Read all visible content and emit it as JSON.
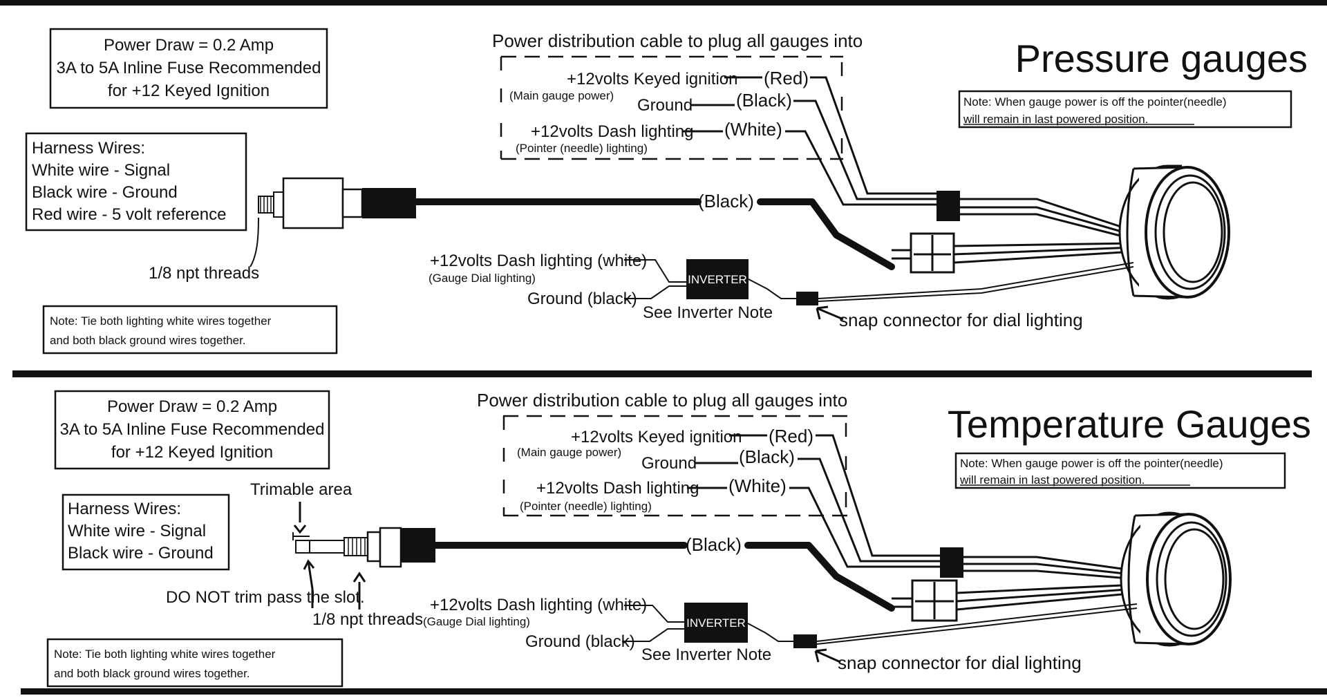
{
  "sections": [
    {
      "title": "Pressure gauges",
      "power_box": [
        "Power Draw = 0.2 Amp",
        "3A to 5A Inline Fuse Recommended",
        "for +12 Keyed Ignition"
      ],
      "harness": [
        "Harness Wires:",
        "White wire - Signal",
        "Black wire - Ground",
        "Red wire - 5 volt reference"
      ],
      "dist_title": "Power distribution cable to plug all gauges into",
      "ign_label": "+12volts  Keyed ignition",
      "ign_color": "(Red)",
      "ign_sub": "(Main gauge power)",
      "gnd_label": "Ground",
      "gnd_color": "(Black)",
      "dash_label": "+12volts Dash lighting",
      "dash_color": "(White)",
      "dash_sub": "(Pointer (needle) lighting)",
      "note_top": [
        "Note: When gauge power is off the pointer(needle)",
        "will remain in last powered position."
      ],
      "black_label": "(Black)",
      "threads": "1/8 npt threads",
      "dial_light": "+12volts Dash lighting (white)",
      "dial_sub": "(Gauge Dial lighting)",
      "dial_gnd": "Ground (black)",
      "inverter": "INVERTER",
      "inverter_note": "See Inverter Note",
      "snap": "snap connector for dial lighting",
      "note_bottom": [
        "Note: Tie both lighting white wires together",
        "and both black ground wires together."
      ]
    },
    {
      "title": "Temperature Gauges",
      "power_box": [
        "Power Draw = 0.2 Amp",
        "3A to 5A Inline Fuse Recommended",
        "for +12 Keyed Ignition"
      ],
      "harness": [
        "Harness Wires:",
        "White wire - Signal",
        "Black wire - Ground"
      ],
      "trim": "Trimable area",
      "no_trim": "DO NOT trim pass the slot.",
      "dist_title": "Power distribution cable to plug all gauges into",
      "ign_label": "+12volts  Keyed ignition",
      "ign_color": "(Red)",
      "ign_sub": "(Main gauge power)",
      "gnd_label": "Ground",
      "gnd_color": "(Black)",
      "dash_label": "+12volts Dash lighting",
      "dash_color": "(White)",
      "dash_sub": "(Pointer (needle) lighting)",
      "note_top": [
        "Note: When gauge power is off the pointer(needle)",
        "will remain in last powered position."
      ],
      "black_label": "(Black)",
      "threads": "1/8 npt threads",
      "dial_light": "+12volts Dash lighting (white)",
      "dial_sub": "(Gauge Dial lighting)",
      "dial_gnd": "Ground (black)",
      "inverter": "INVERTER",
      "inverter_note": "See Inverter Note",
      "snap": "snap connector for dial lighting",
      "note_bottom": [
        "Note: Tie both lighting white wires together",
        "and both black ground wires together."
      ]
    }
  ]
}
